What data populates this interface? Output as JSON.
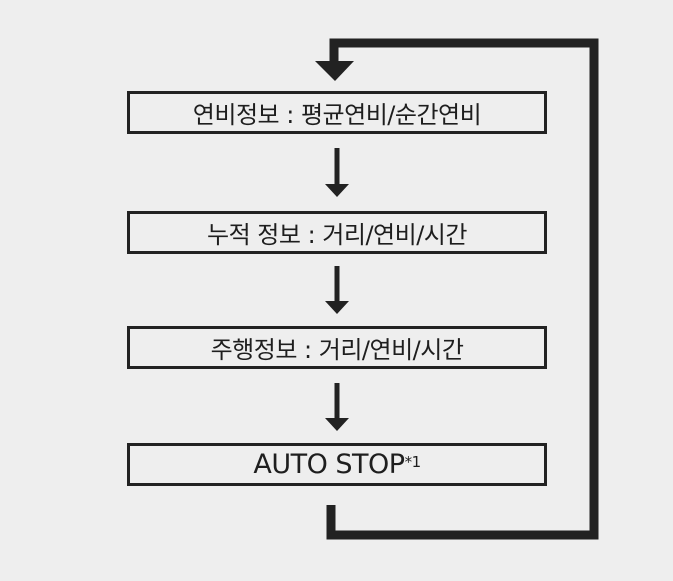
{
  "steps": [
    {
      "label": "연비정보 : 평균연비/순간연비"
    },
    {
      "label": "누적 정보 : 거리/연비/시간"
    },
    {
      "label": "주행정보 : 거리/연비/시간"
    },
    {
      "label": "AUTO STOP",
      "superscript": "*1"
    }
  ],
  "colors": {
    "stroke": "#222222",
    "background": "#eeeeee"
  }
}
